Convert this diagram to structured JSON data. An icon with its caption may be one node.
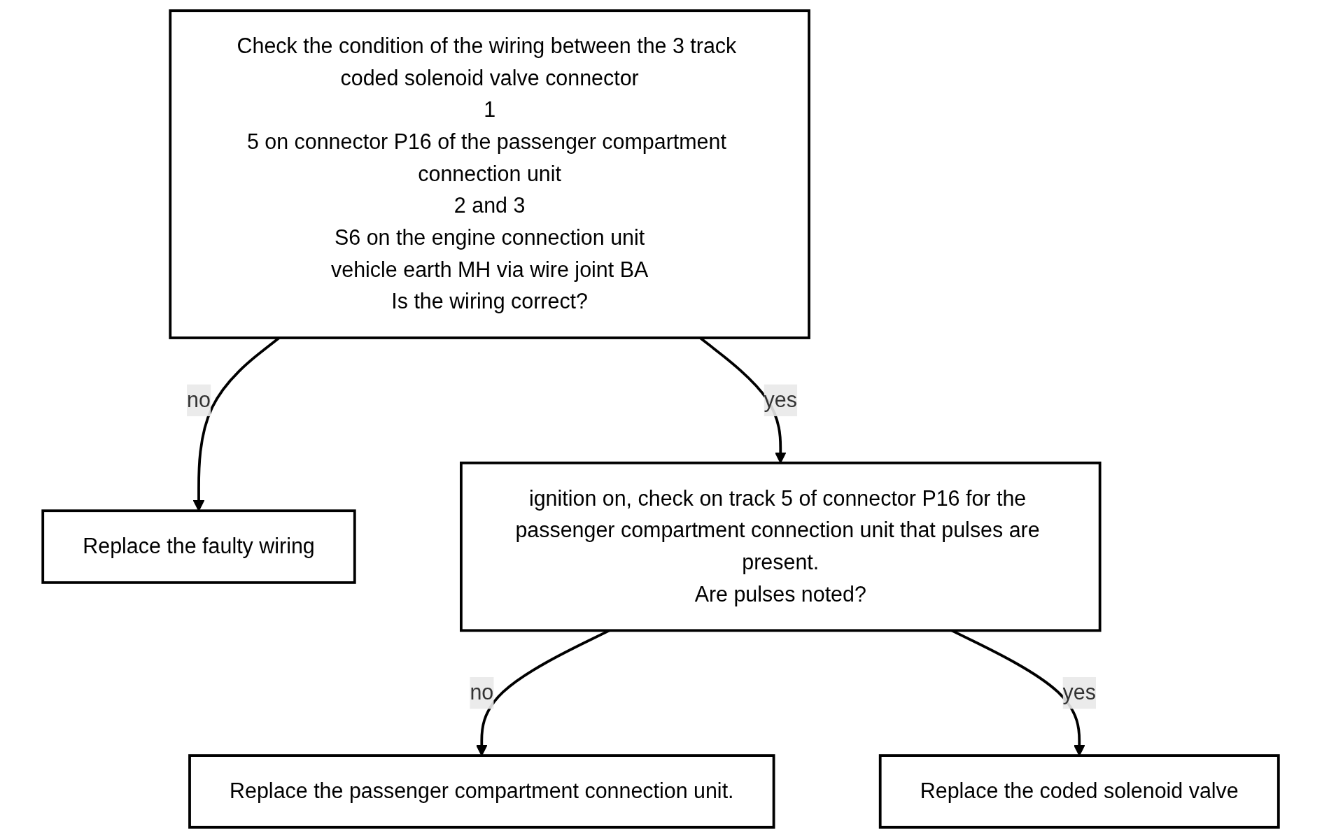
{
  "diagram": {
    "nodes": [
      {
        "text": [
          "Check the condition of the wiring between the 3 track coded solenoid valve connector",
          "1",
          "5 on connector P16 of the passenger compartment connection unit",
          "2 and 3",
          "S6 on the engine connection unit",
          "vehicle earth MH via wire joint BA",
          "Is the wiring correct?"
        ]
      },
      {
        "text": [
          "Replace the faulty wiring"
        ]
      },
      {
        "text": [
          "ignition on, check on track 5 of connector P16 for the passenger compartment connection unit that pulses are present.",
          "Are pulses noted?"
        ]
      },
      {
        "text": [
          "Replace the passenger compartment connection unit."
        ]
      },
      {
        "text": [
          "Replace the coded solenoid valve"
        ]
      }
    ],
    "edges": [
      {
        "from": 0,
        "to": 1,
        "arrow": "to",
        "label": "no"
      },
      {
        "from": 0,
        "to": 2,
        "arrow": "to",
        "label": "yes"
      },
      {
        "from": 2,
        "to": 3,
        "arrow": "to",
        "label": "no"
      },
      {
        "from": 2,
        "to": 4,
        "arrow": "to",
        "label": "yes"
      }
    ]
  }
}
